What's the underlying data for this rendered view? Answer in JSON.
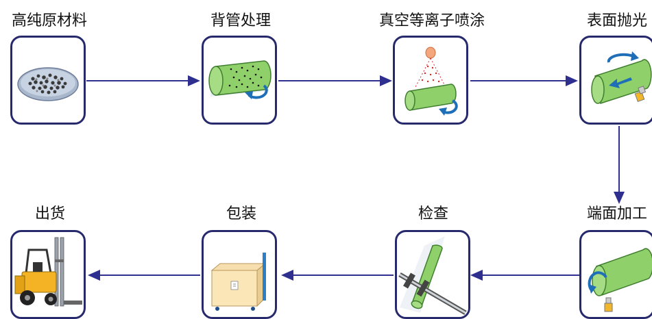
{
  "colors": {
    "border": "#27296d",
    "arrow": "#2e2f8f",
    "tube_fill": "#8fd06a",
    "tube_stroke": "#3f7d2f",
    "rotate_arrow": "#1e6fb8"
  },
  "steps": [
    {
      "label": "高纯原材料",
      "icon": "raw-material-dish-icon"
    },
    {
      "label": "背管处理",
      "icon": "backing-tube-treatment-icon"
    },
    {
      "label": "真空等离子喷涂",
      "icon": "plasma-spray-icon"
    },
    {
      "label": "表面抛光",
      "icon": "surface-polish-icon"
    },
    {
      "label": "端面加工",
      "icon": "end-face-machining-icon"
    },
    {
      "label": "检查",
      "icon": "caliper-inspection-icon"
    },
    {
      "label": "包装",
      "icon": "packing-crate-icon"
    },
    {
      "label": "出货",
      "icon": "forklift-shipping-icon"
    }
  ]
}
